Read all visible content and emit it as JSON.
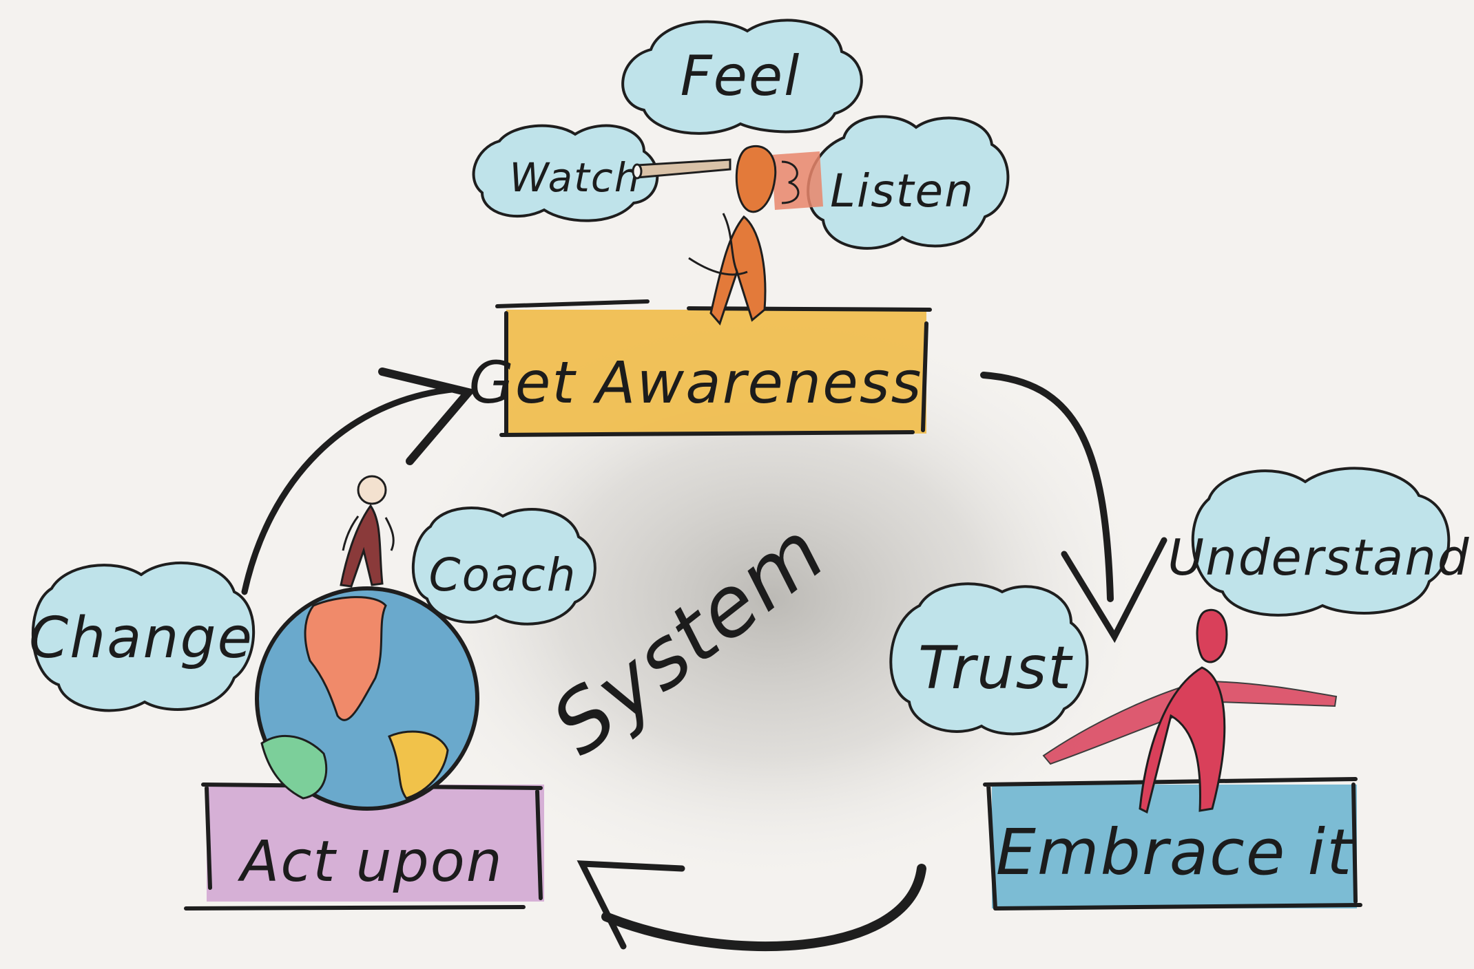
{
  "diagram": {
    "center_label": "System",
    "stages": {
      "awareness": "Get Awareness",
      "embrace": "Embrace it",
      "act": "Act upon"
    },
    "clouds": {
      "feel": "Feel",
      "watch": "Watch",
      "listen": "Listen",
      "understand": "Understand",
      "trust": "Trust",
      "change": "Change",
      "coach": "Coach"
    },
    "colors": {
      "background": "#f4f2ef",
      "cloud": "#bfe3ea",
      "awareness_box": "#f0bd4c",
      "embrace_box": "#6fb6d0",
      "act_box": "#d3a9d3",
      "person_orange": "#e37a3a",
      "person_red": "#d9405a",
      "globe_blue": "#6aa9cc",
      "arrow": "#1e1e1e"
    }
  }
}
